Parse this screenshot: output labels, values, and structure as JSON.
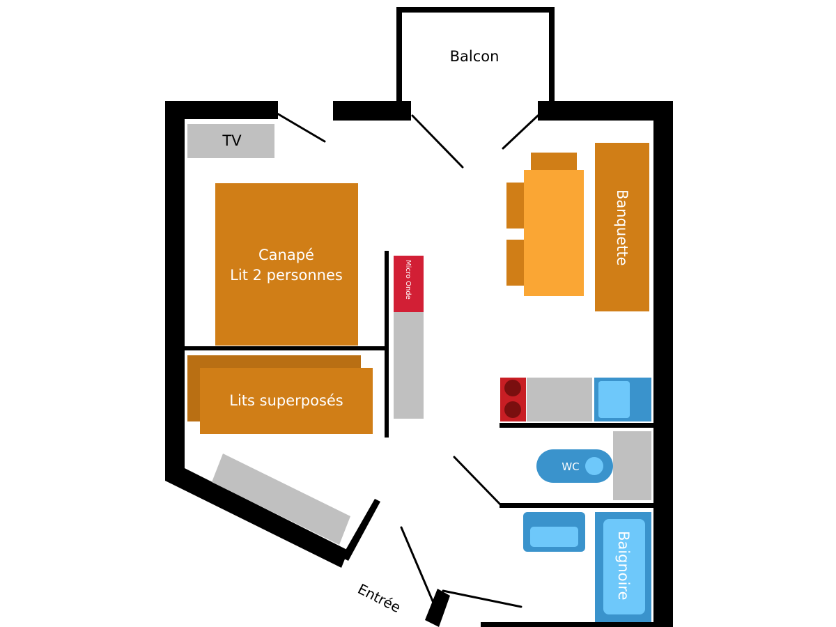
{
  "labels": {
    "balcony": "Balcon",
    "tv": "TV",
    "sofa_bed_line1": "Canapé",
    "sofa_bed_line2": "Lit 2 personnes",
    "bunk_beds": "Lits superposés",
    "microwave": "Micro Onde",
    "bench": "Banquette",
    "wc": "WC",
    "bathtub": "Baignoire",
    "entrance": "Entrée"
  },
  "colors": {
    "wall": "#000000",
    "furniture_orange": "#d07e17",
    "table_light_orange": "#faa634",
    "appliance_gray": "#c0c0c0",
    "microwave_red": "#d21f35",
    "hob_dark_red": "#7a0f0f",
    "hob_red": "#c81e24",
    "fixture_blue": "#3a93cc",
    "fixture_light_blue": "#6ec8fa"
  }
}
